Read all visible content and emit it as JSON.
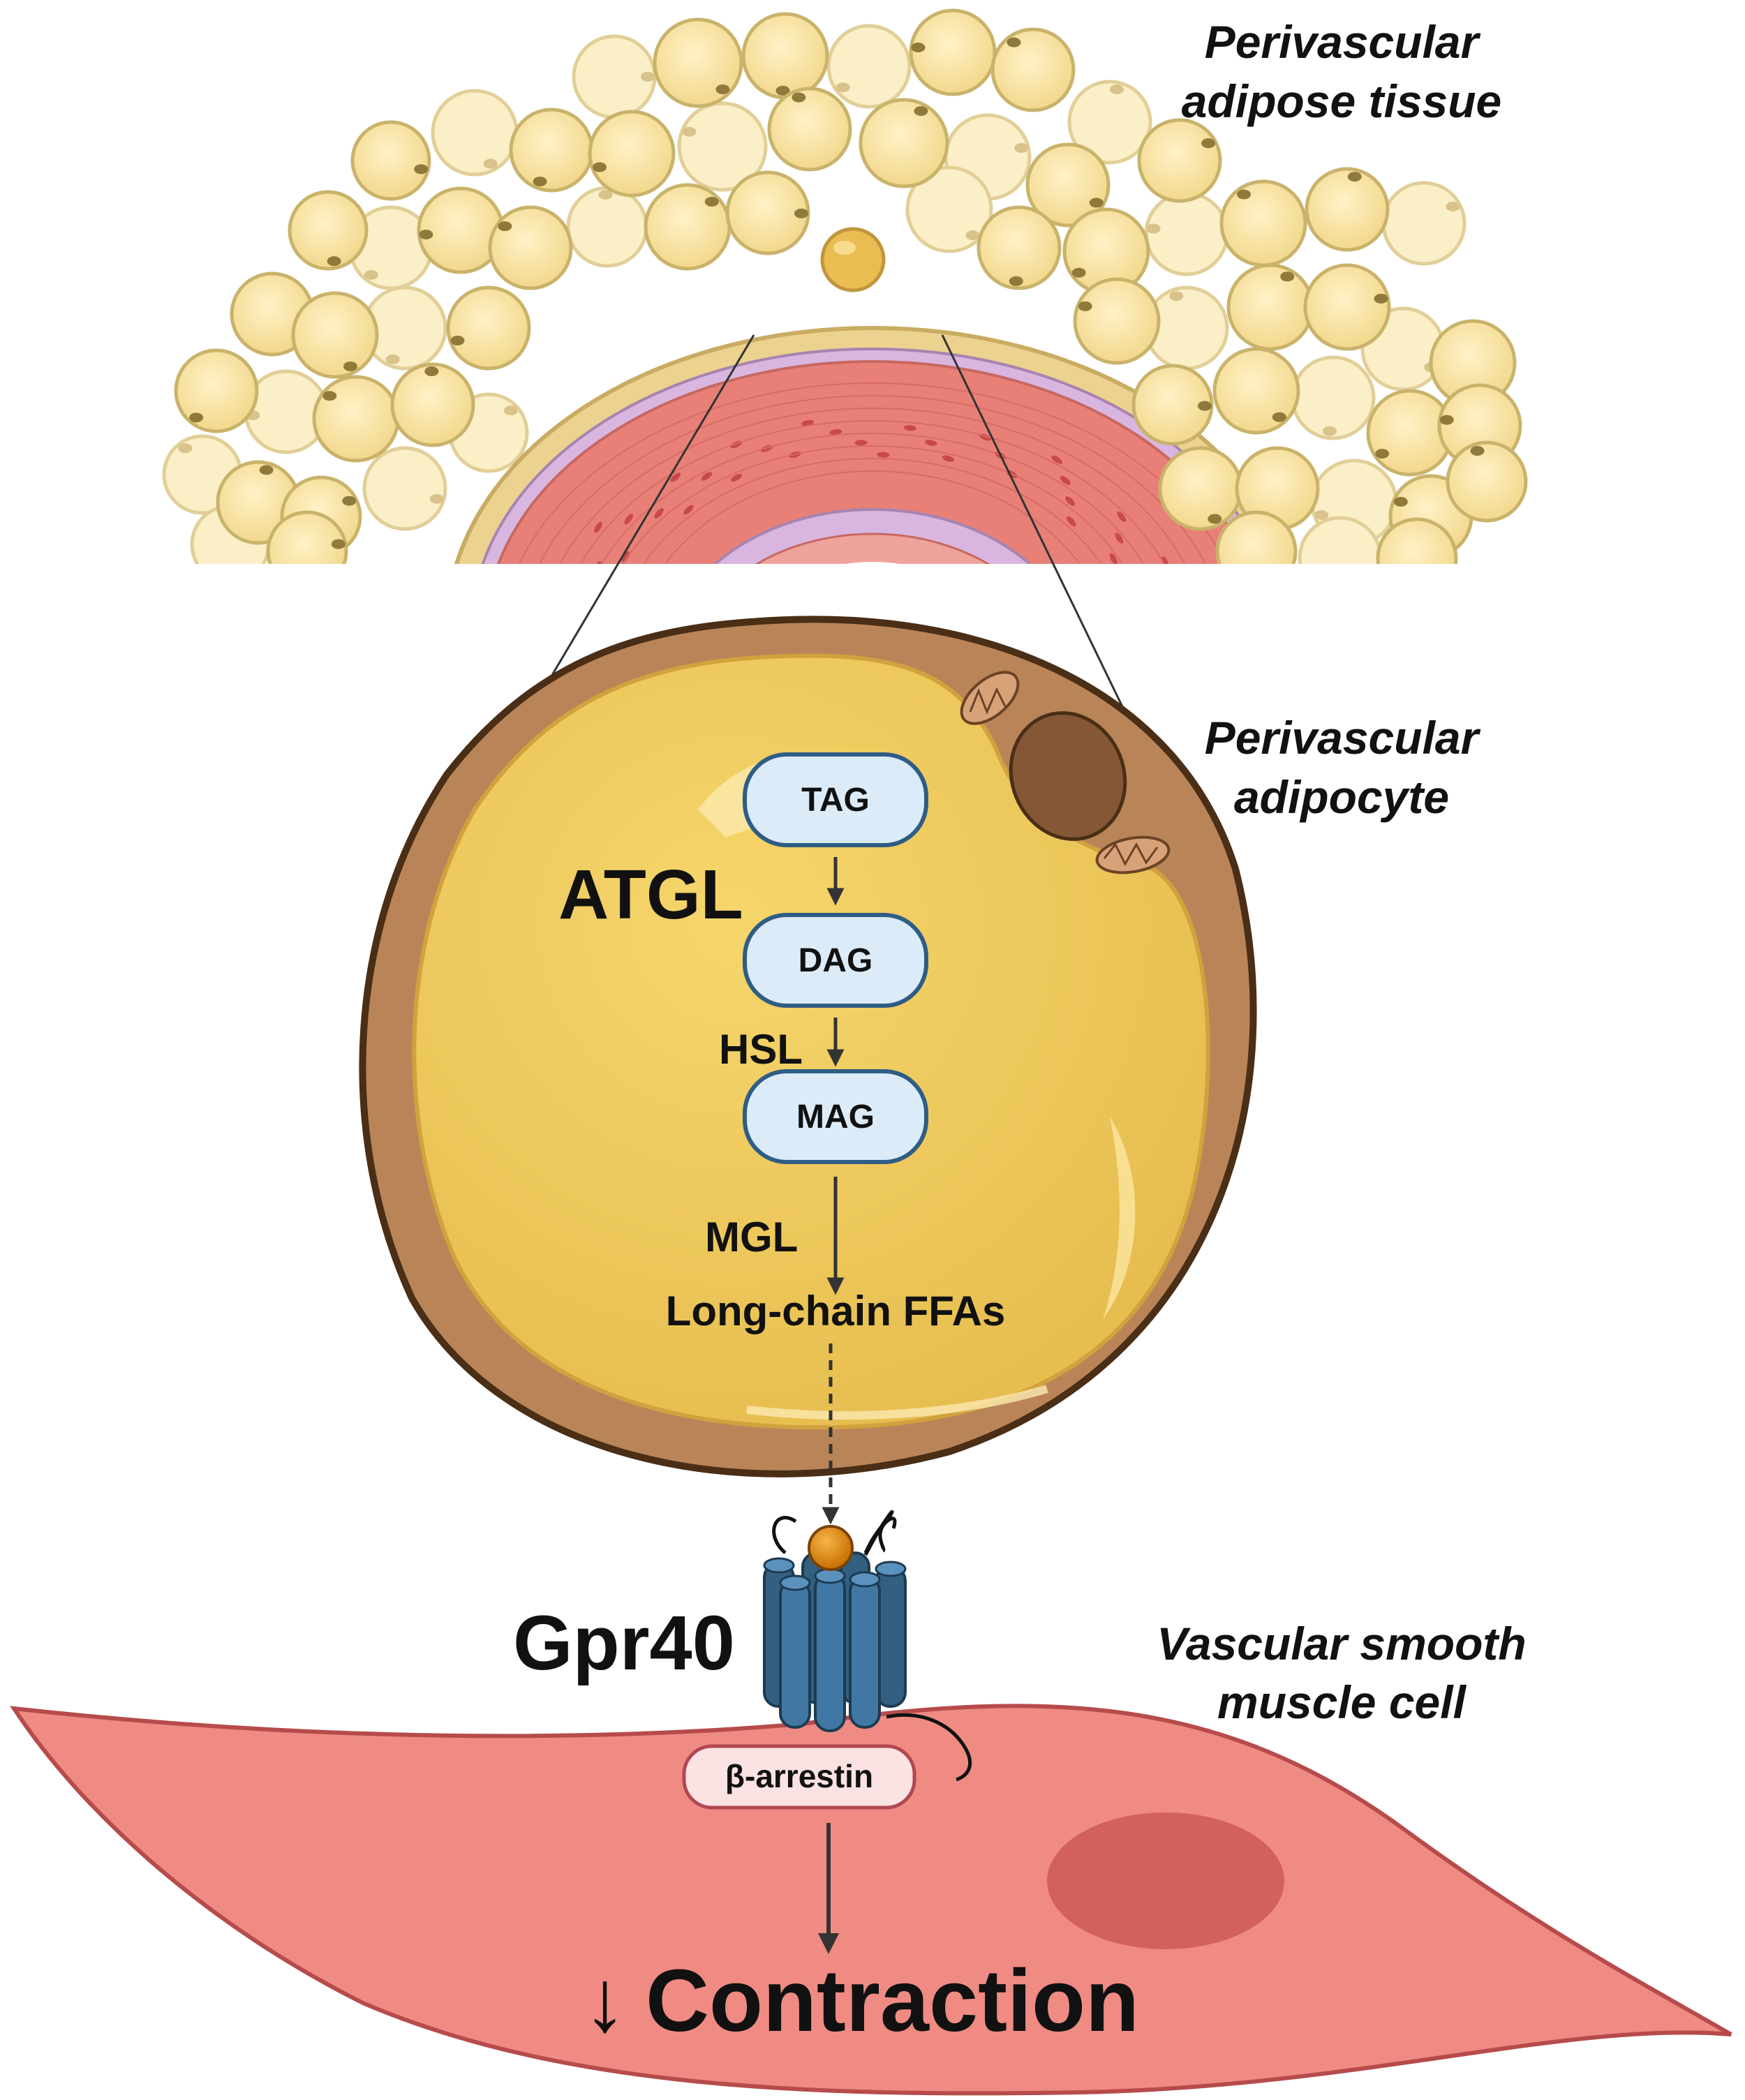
{
  "labels": {
    "tissue_line1": "Perivascular",
    "tissue_line2": "adipose tissue",
    "adipocyte_line1": "Perivascular",
    "adipocyte_line2": "adipocyte",
    "vsmc_line1": "Vascular smooth",
    "vsmc_line2": "muscle cell"
  },
  "pathway": {
    "nodes": [
      "TAG",
      "DAG",
      "MAG"
    ],
    "enzymes": {
      "atgl": "ATGL",
      "hsl": "HSL",
      "mgl": "MGL"
    },
    "product": "Long-chain FFAs"
  },
  "receptor": {
    "name": "Gpr40",
    "adaptor": "β-arrestin"
  },
  "outcome": {
    "arrow": "↓",
    "text": "Contraction"
  },
  "colors": {
    "fat_fill": "#f7e3a3",
    "fat_outline": "#c9b36b",
    "vessel_wall": "#e07a76",
    "cell_membrane": "#b98558",
    "lipid_droplet": "#ecc75a",
    "node_fill": "#dcebf8",
    "node_stroke": "#2e5d85",
    "receptor": "#3b6e96",
    "ligand": "#e89418",
    "vsmc": "#ef8b83",
    "vsmc_nucleus": "#d2615d",
    "arrestin_fill": "#fbe2e3",
    "arrestin_stroke": "#b04752"
  }
}
